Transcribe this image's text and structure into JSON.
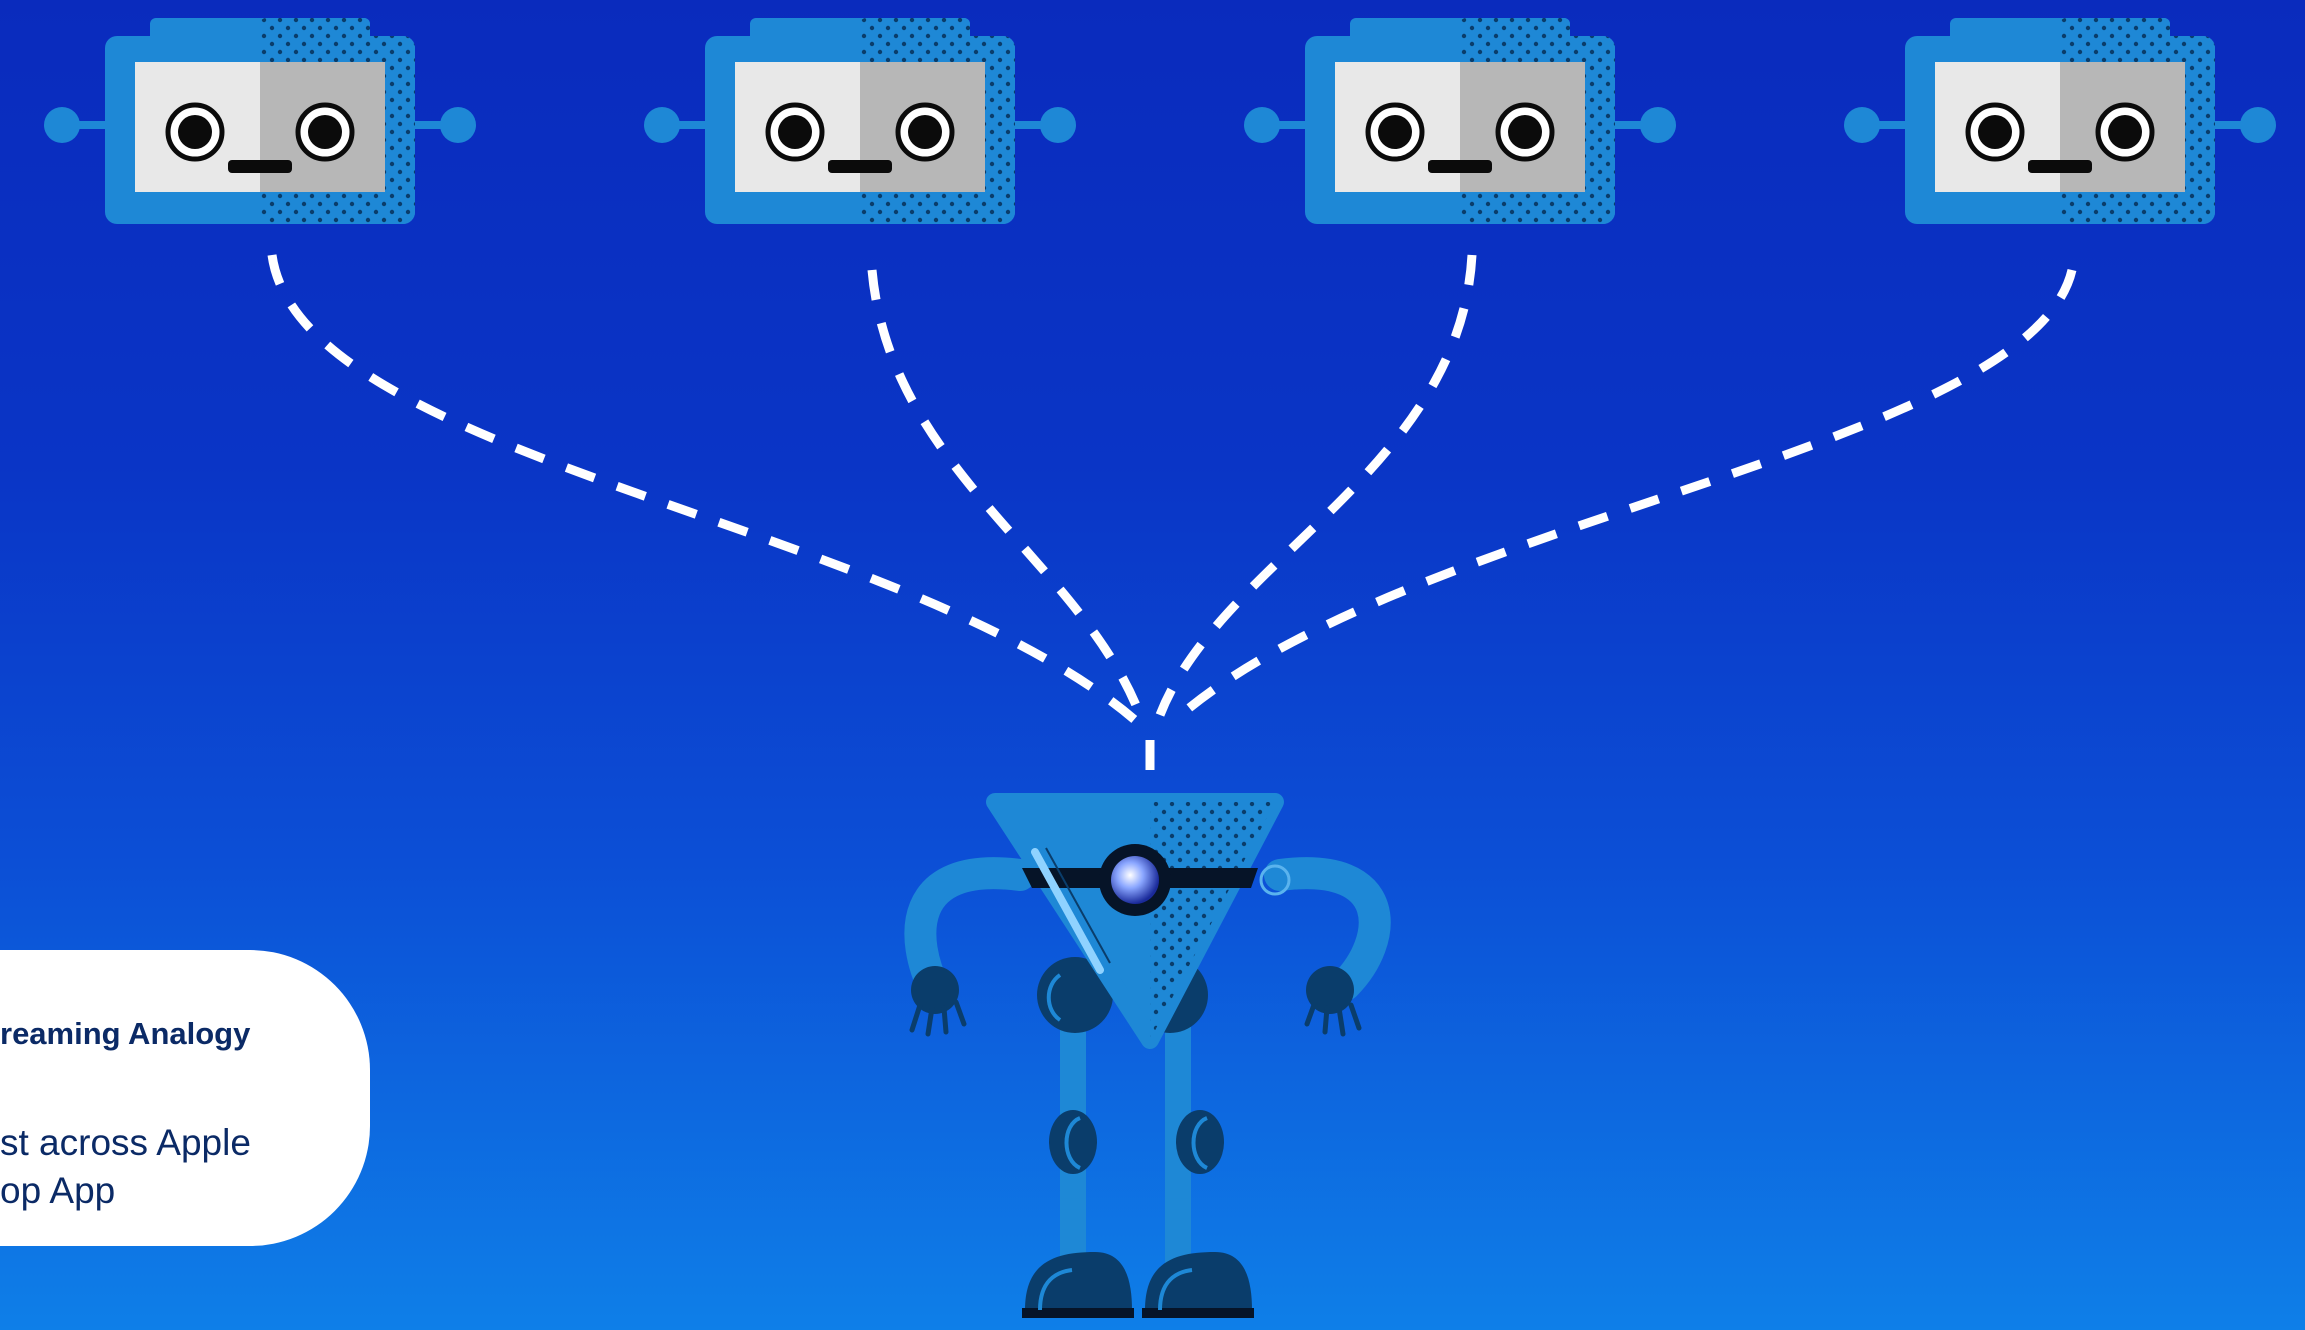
{
  "card": {
    "title": "reaming Analogy",
    "line1": "st across Apple",
    "line2": "op App"
  },
  "colors": {
    "background_top": "#0a2bbd",
    "background_bottom": "#0e7fe8",
    "robot_blue": "#1e88d6",
    "robot_dark": "#0a3d6b",
    "dashed_line": "#ffffff",
    "card_text": "#0b2a66"
  },
  "diagram": {
    "sender_robots": [
      "robot-head-1",
      "robot-head-2",
      "robot-head-3",
      "robot-head-4"
    ],
    "receiver": "funnel-robot",
    "connection_style": "dashed"
  }
}
